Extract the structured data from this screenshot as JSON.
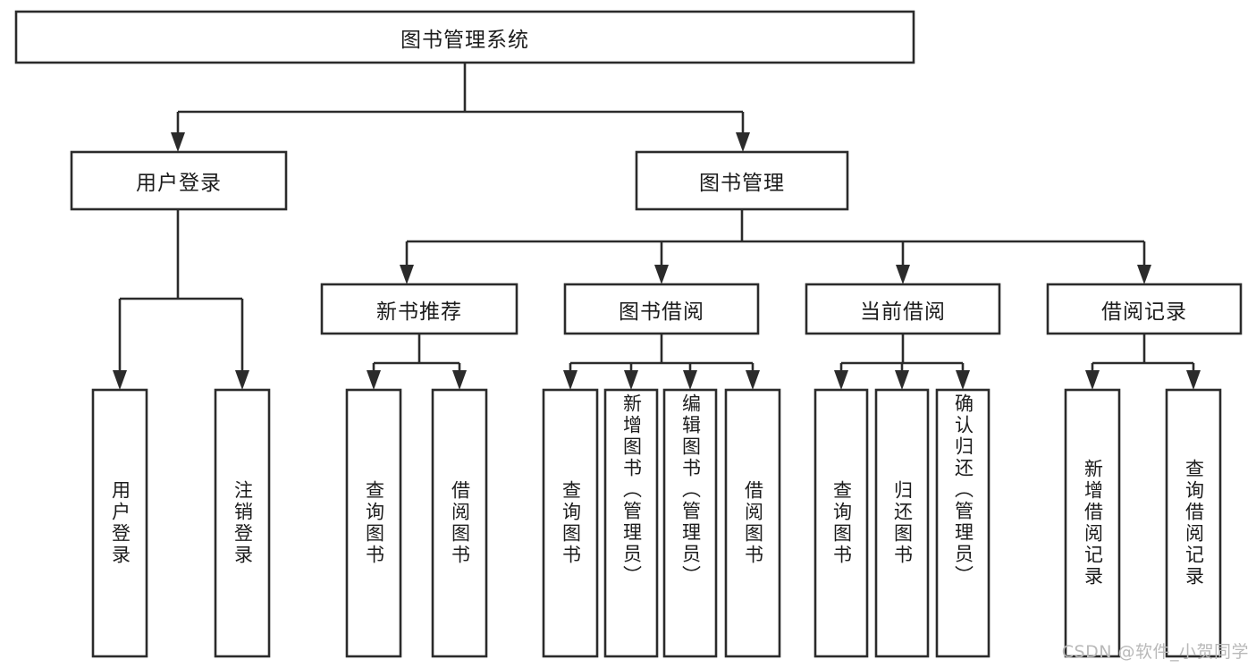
{
  "diagram": {
    "type": "tree",
    "title": "图书管理系统",
    "watermark": "CSDN @软件_小贺同学",
    "colors": {
      "stroke": "#2b2b2b",
      "fill": "#ffffff",
      "text": "#1c1c1c",
      "watermark": "#b9b9b9"
    },
    "root": {
      "label": "图书管理系统",
      "orientation": "horizontal"
    },
    "level2": [
      {
        "label": "用户登录",
        "orientation": "horizontal"
      },
      {
        "label": "图书管理",
        "orientation": "horizontal"
      }
    ],
    "level3": [
      {
        "label": "新书推荐",
        "orientation": "horizontal",
        "parent": "图书管理"
      },
      {
        "label": "图书借阅",
        "orientation": "horizontal",
        "parent": "图书管理"
      },
      {
        "label": "当前借阅",
        "orientation": "horizontal",
        "parent": "图书管理"
      },
      {
        "label": "借阅记录",
        "orientation": "horizontal",
        "parent": "图书管理"
      }
    ],
    "leaves": {
      "用户登录": [
        {
          "label": "用户登录",
          "orientation": "vertical"
        },
        {
          "label": "注销登录",
          "orientation": "vertical"
        }
      ],
      "新书推荐": [
        {
          "label": "查询图书",
          "orientation": "vertical"
        },
        {
          "label": "借阅图书",
          "orientation": "vertical"
        }
      ],
      "图书借阅": [
        {
          "label": "查询图书",
          "orientation": "vertical"
        },
        {
          "label": "新增图书（管理员）",
          "orientation": "vertical"
        },
        {
          "label": "编辑图书（管理员）",
          "orientation": "vertical"
        },
        {
          "label": "借阅图书",
          "orientation": "vertical"
        }
      ],
      "当前借阅": [
        {
          "label": "查询图书",
          "orientation": "vertical"
        },
        {
          "label": "归还图书",
          "orientation": "vertical"
        },
        {
          "label": "确认归还（管理员）",
          "orientation": "vertical"
        }
      ],
      "借阅记录": [
        {
          "label": "新增借阅记录",
          "orientation": "vertical"
        },
        {
          "label": "查询借阅记录",
          "orientation": "vertical"
        }
      ]
    }
  }
}
